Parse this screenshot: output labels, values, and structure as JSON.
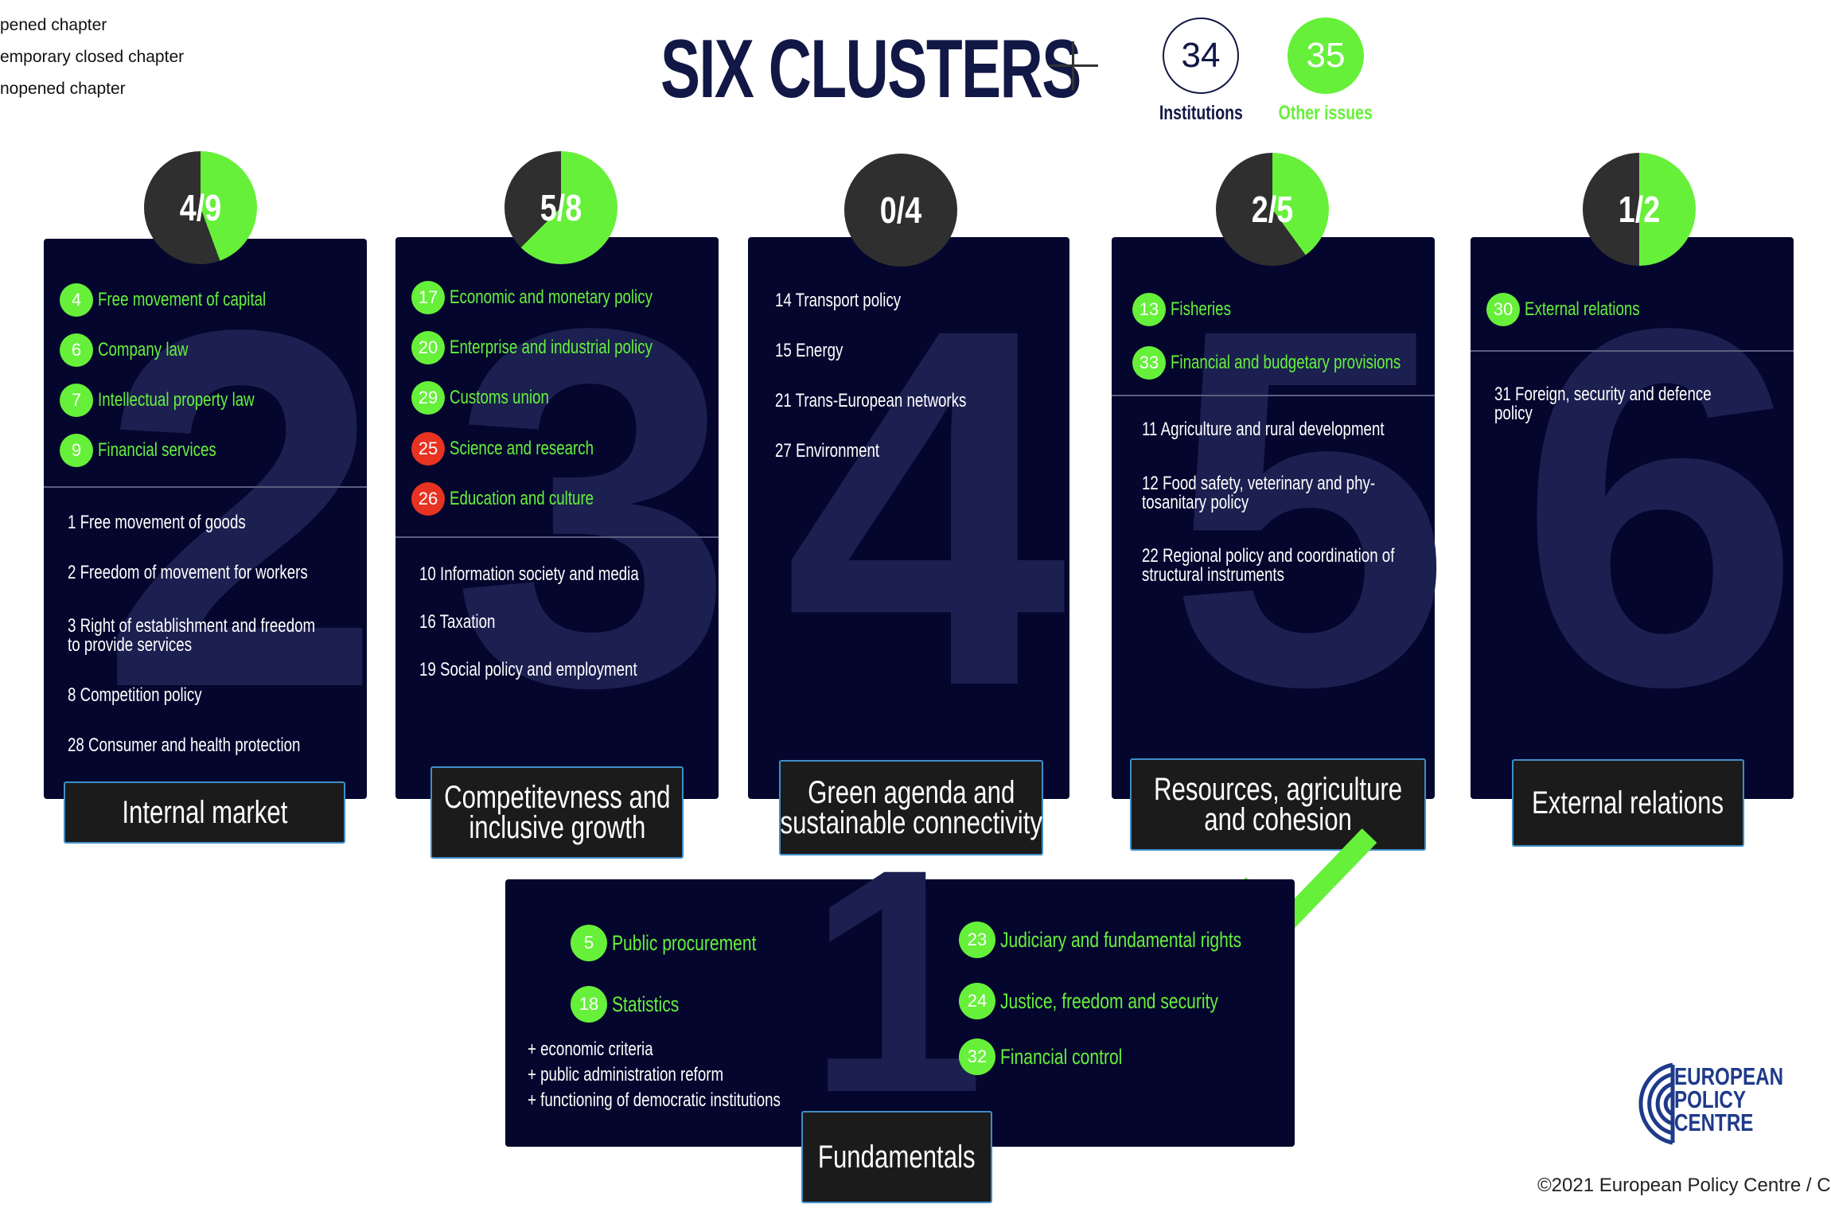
{
  "legend": [
    "pened chapter",
    "emporary closed chapter",
    "nopened chapter"
  ],
  "header": {
    "title": "SIX CLUSTERS",
    "institutions": {
      "number": "34",
      "label": "Institutions"
    },
    "other_issues": {
      "number": "35",
      "label": "Other issues"
    }
  },
  "colors": {
    "opened": "#66f03a",
    "closed": "#e83322",
    "panel": "#04062e",
    "pie_dark": "#2f2f2f"
  },
  "clusters": [
    {
      "number": "2",
      "progress": "4/9",
      "opened_fraction": 0.444,
      "label": "Internal market",
      "opened": [
        {
          "num": "4",
          "text": "Free movement of capital",
          "status": "open"
        },
        {
          "num": "6",
          "text": "Company law",
          "status": "open"
        },
        {
          "num": "7",
          "text": "Intellectual property law",
          "status": "open"
        },
        {
          "num": "9",
          "text": "Financial services",
          "status": "open"
        }
      ],
      "unopened": [
        [
          "1  Free movement of goods"
        ],
        [
          "2  Freedom of movement for workers"
        ],
        [
          "3  Right of establishment and freedom",
          "to provide services"
        ],
        [
          "8  Competition policy"
        ],
        [
          "28 Consumer and health protection"
        ]
      ]
    },
    {
      "number": "3",
      "progress": "5/8",
      "opened_fraction": 0.625,
      "label_lines": [
        "Competitevness and",
        "inclusive growth"
      ],
      "opened": [
        {
          "num": "17",
          "text": "Economic and monetary policy",
          "status": "open"
        },
        {
          "num": "20",
          "text": "Enterprise and industrial policy",
          "status": "open"
        },
        {
          "num": "29",
          "text": "Customs union",
          "status": "open"
        },
        {
          "num": "25",
          "text": "Science and research",
          "status": "closed"
        },
        {
          "num": "26",
          "text": "Education and culture",
          "status": "closed"
        }
      ],
      "unopened": [
        [
          "10 Information society and media"
        ],
        [
          "16 Taxation"
        ],
        [
          "19 Social policy and employment"
        ]
      ]
    },
    {
      "number": "4",
      "progress": "0/4",
      "opened_fraction": 0,
      "label_lines": [
        "Green agenda and",
        "sustainable connectivity"
      ],
      "opened": [],
      "unopened": [
        [
          "14 Transport policy"
        ],
        [
          "15 Energy"
        ],
        [
          "21 Trans-European networks"
        ],
        [
          "27 Environment"
        ]
      ]
    },
    {
      "number": "5",
      "progress": "2/5",
      "opened_fraction": 0.4,
      "label_lines": [
        "Resources, agriculture",
        "and cohesion"
      ],
      "opened": [
        {
          "num": "13",
          "text": "Fisheries",
          "status": "open"
        },
        {
          "num": "33",
          "text": "Financial and budgetary provisions",
          "status": "open"
        }
      ],
      "unopened": [
        [
          "11 Agriculture and rural development"
        ],
        [
          "12 Food safety, veterinary and phy-",
          "tosanitary policy"
        ],
        [
          "22 Regional policy and coordination of",
          "structural instruments"
        ]
      ]
    },
    {
      "number": "6",
      "progress": "1/2",
      "opened_fraction": 0.5,
      "label": "External relations",
      "opened": [
        {
          "num": "30",
          "text": "External relations",
          "status": "open"
        }
      ],
      "unopened": [
        [
          "31 Foreign, security and defence",
          "policy"
        ]
      ]
    }
  ],
  "fundamentals": {
    "number": "1",
    "label": "Fundamentals",
    "left": [
      {
        "num": "5",
        "text": "Public procurement",
        "status": "open"
      },
      {
        "num": "18",
        "text": "Statistics",
        "status": "open"
      }
    ],
    "extras": [
      "+ economic criteria",
      "+ public administration reform",
      "+ functioning of democratic institutions"
    ],
    "right": [
      {
        "num": "23",
        "text": "Judiciary and fundamental rights",
        "status": "open"
      },
      {
        "num": "24",
        "text": "Justice, freedom and security",
        "status": "open"
      },
      {
        "num": "32",
        "text": "Financial control",
        "status": "open"
      }
    ]
  },
  "logo": {
    "lines": [
      "EUROPEAN",
      "POLICY",
      "CENTRE"
    ]
  },
  "copyright": "©2021 European Policy Centre / C"
}
